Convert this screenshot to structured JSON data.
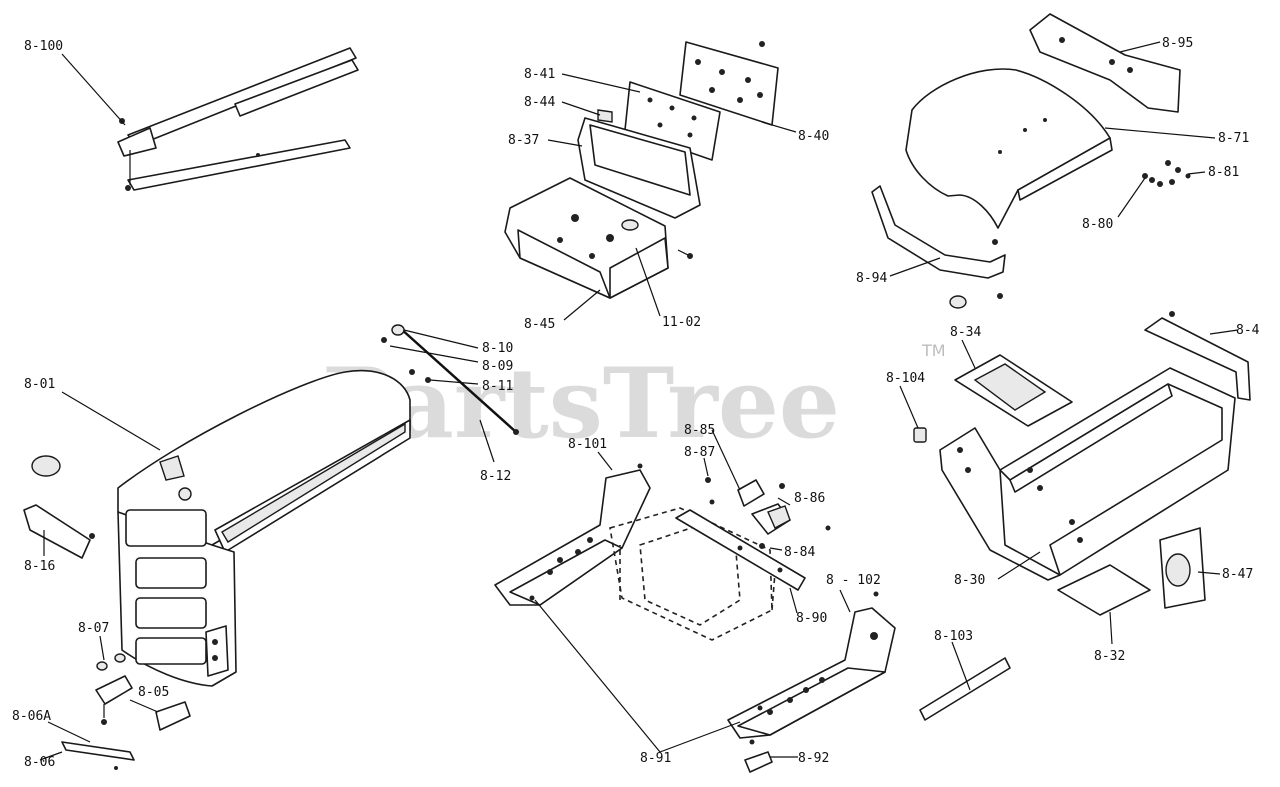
{
  "watermark": {
    "text": "PartsTree",
    "tm": "TM"
  },
  "labels": {
    "l_8_100": "8-100",
    "l_8_41": "8-41",
    "l_8_44": "8-44",
    "l_8_37": "8-37",
    "l_8_40": "8-40",
    "l_8_45": "8-45",
    "l_11_02": "11-02",
    "l_8_95": "8-95",
    "l_8_71": "8-71",
    "l_8_81": "8-81",
    "l_8_80": "8-80",
    "l_8_94": "8-94",
    "l_8_10": "8-10",
    "l_8_09": "8-09",
    "l_8_11": "8-11",
    "l_8_12": "8-12",
    "l_8_01": "8-01",
    "l_8_16": "8-16",
    "l_8_07": "8-07",
    "l_8_05": "8-05",
    "l_8_06A": "8-06A",
    "l_8_06": "8-06",
    "l_8_101": "8-101",
    "l_8_85": "8-85",
    "l_8_87": "8-87",
    "l_8_86": "8-86",
    "l_8_84": "8-84",
    "l_8_90": "8-90",
    "l_8_102": "8 - 102",
    "l_8_91": "8-91",
    "l_8_92": "8-92",
    "l_8_34": "8-34",
    "l_8_104": "8-104",
    "l_8_4x": "8-4",
    "l_8_30": "8-30",
    "l_8_47": "8-47",
    "l_8_32": "8-32",
    "l_8_103": "8-103"
  }
}
